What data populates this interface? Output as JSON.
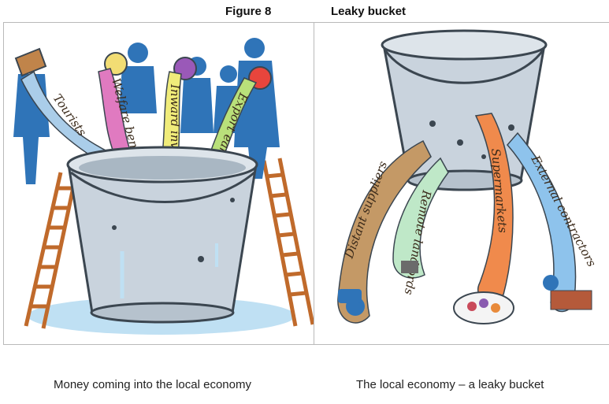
{
  "figure": {
    "number": "Figure 8",
    "title": "Leaky bucket"
  },
  "left": {
    "streams": [
      "Tourists",
      "Welfare benefit",
      "Inward investment",
      "Export earnings"
    ],
    "caption": "Money coming into the local economy"
  },
  "right": {
    "streams": [
      "Distant suppliers",
      "Remote landlords",
      "Supermarkets",
      "External contractors"
    ],
    "caption": "The local economy – a leaky bucket"
  },
  "colors": {
    "bucket": "#c9d3dd",
    "bucket_outline": "#3b4650",
    "people": "#2f74b8",
    "ladder": "#c06a2b",
    "water": "#bfe0f3",
    "stream_blue": "#aacde9",
    "stream_pink": "#e07ac0",
    "stream_yellow": "#f0ec7a",
    "stream_green": "#b9e07a",
    "stream_brown": "#c49966",
    "stream_mint": "#bfe8c8",
    "stream_orange": "#f08a4c",
    "stream_lightblue": "#8ec3ec"
  }
}
